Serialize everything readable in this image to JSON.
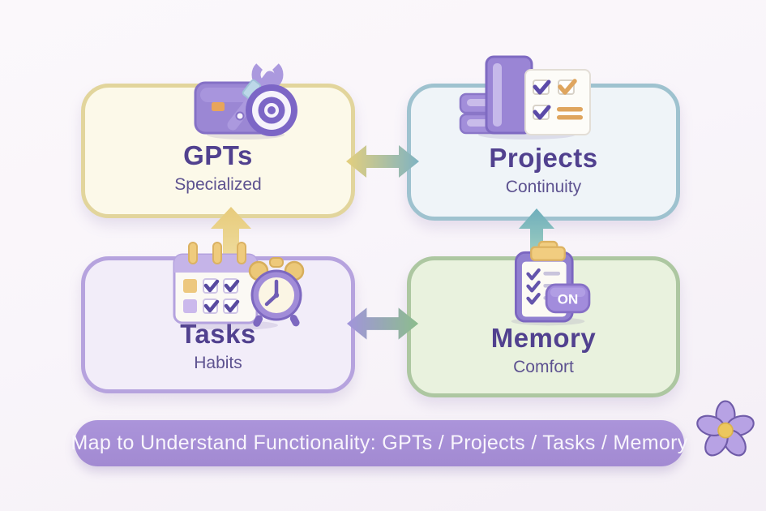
{
  "banner": {
    "label": "Map to Understand Functionality:  GPTs / Projects / Tasks / Memory",
    "background": "#A68ED6",
    "text_color": "#F8F5FC"
  },
  "cards": [
    {
      "title": "GPTs",
      "subtitle": "Specialized",
      "icon": "toolbox-wrench-target-icon",
      "fill": "#FCF9E9",
      "border": "#E2D59C"
    },
    {
      "title": "Projects",
      "subtitle": "Continuity",
      "icon": "books-checklist-icon",
      "fill": "#EFF4F8",
      "border": "#9EC2CF"
    },
    {
      "title": "Tasks",
      "subtitle": "Habits",
      "icon": "calendar-alarm-clock-icon",
      "fill": "#F2EDF9",
      "border": "#B6A3DE"
    },
    {
      "title": "Memory",
      "subtitle": "Comfort",
      "icon": "clipboard-checklist-on-icon",
      "fill": "#E9F2DE",
      "border": "#ADC7A1",
      "toggle_label": "ON"
    }
  ],
  "arrows": [
    {
      "name": "gpts-projects-arrow",
      "type": "double-horizontal",
      "from": "GPTs",
      "to": "Projects",
      "colors": [
        "#E4CF7D",
        "#7FB3C2"
      ]
    },
    {
      "name": "tasks-memory-arrow",
      "type": "double-horizontal",
      "from": "Tasks",
      "to": "Memory",
      "colors": [
        "#A294DC",
        "#8CBD8D"
      ]
    },
    {
      "name": "tasks-gpts-arrow",
      "type": "up",
      "from": "Tasks",
      "to": "GPTs",
      "colors": [
        "#E7CB7B",
        "#F0DFA4"
      ]
    },
    {
      "name": "memory-projects-arrow",
      "type": "up",
      "from": "Memory",
      "to": "Projects",
      "colors": [
        "#6FAEBC",
        "#9CCDC0"
      ]
    }
  ],
  "decor": {
    "flower_icon": "purple-flower-icon",
    "flower_petal_color": "#B7A2E4",
    "flower_center_color": "#ECC75E"
  },
  "text_colors": {
    "title": "#51418F",
    "subtitle": "#5D5290"
  }
}
